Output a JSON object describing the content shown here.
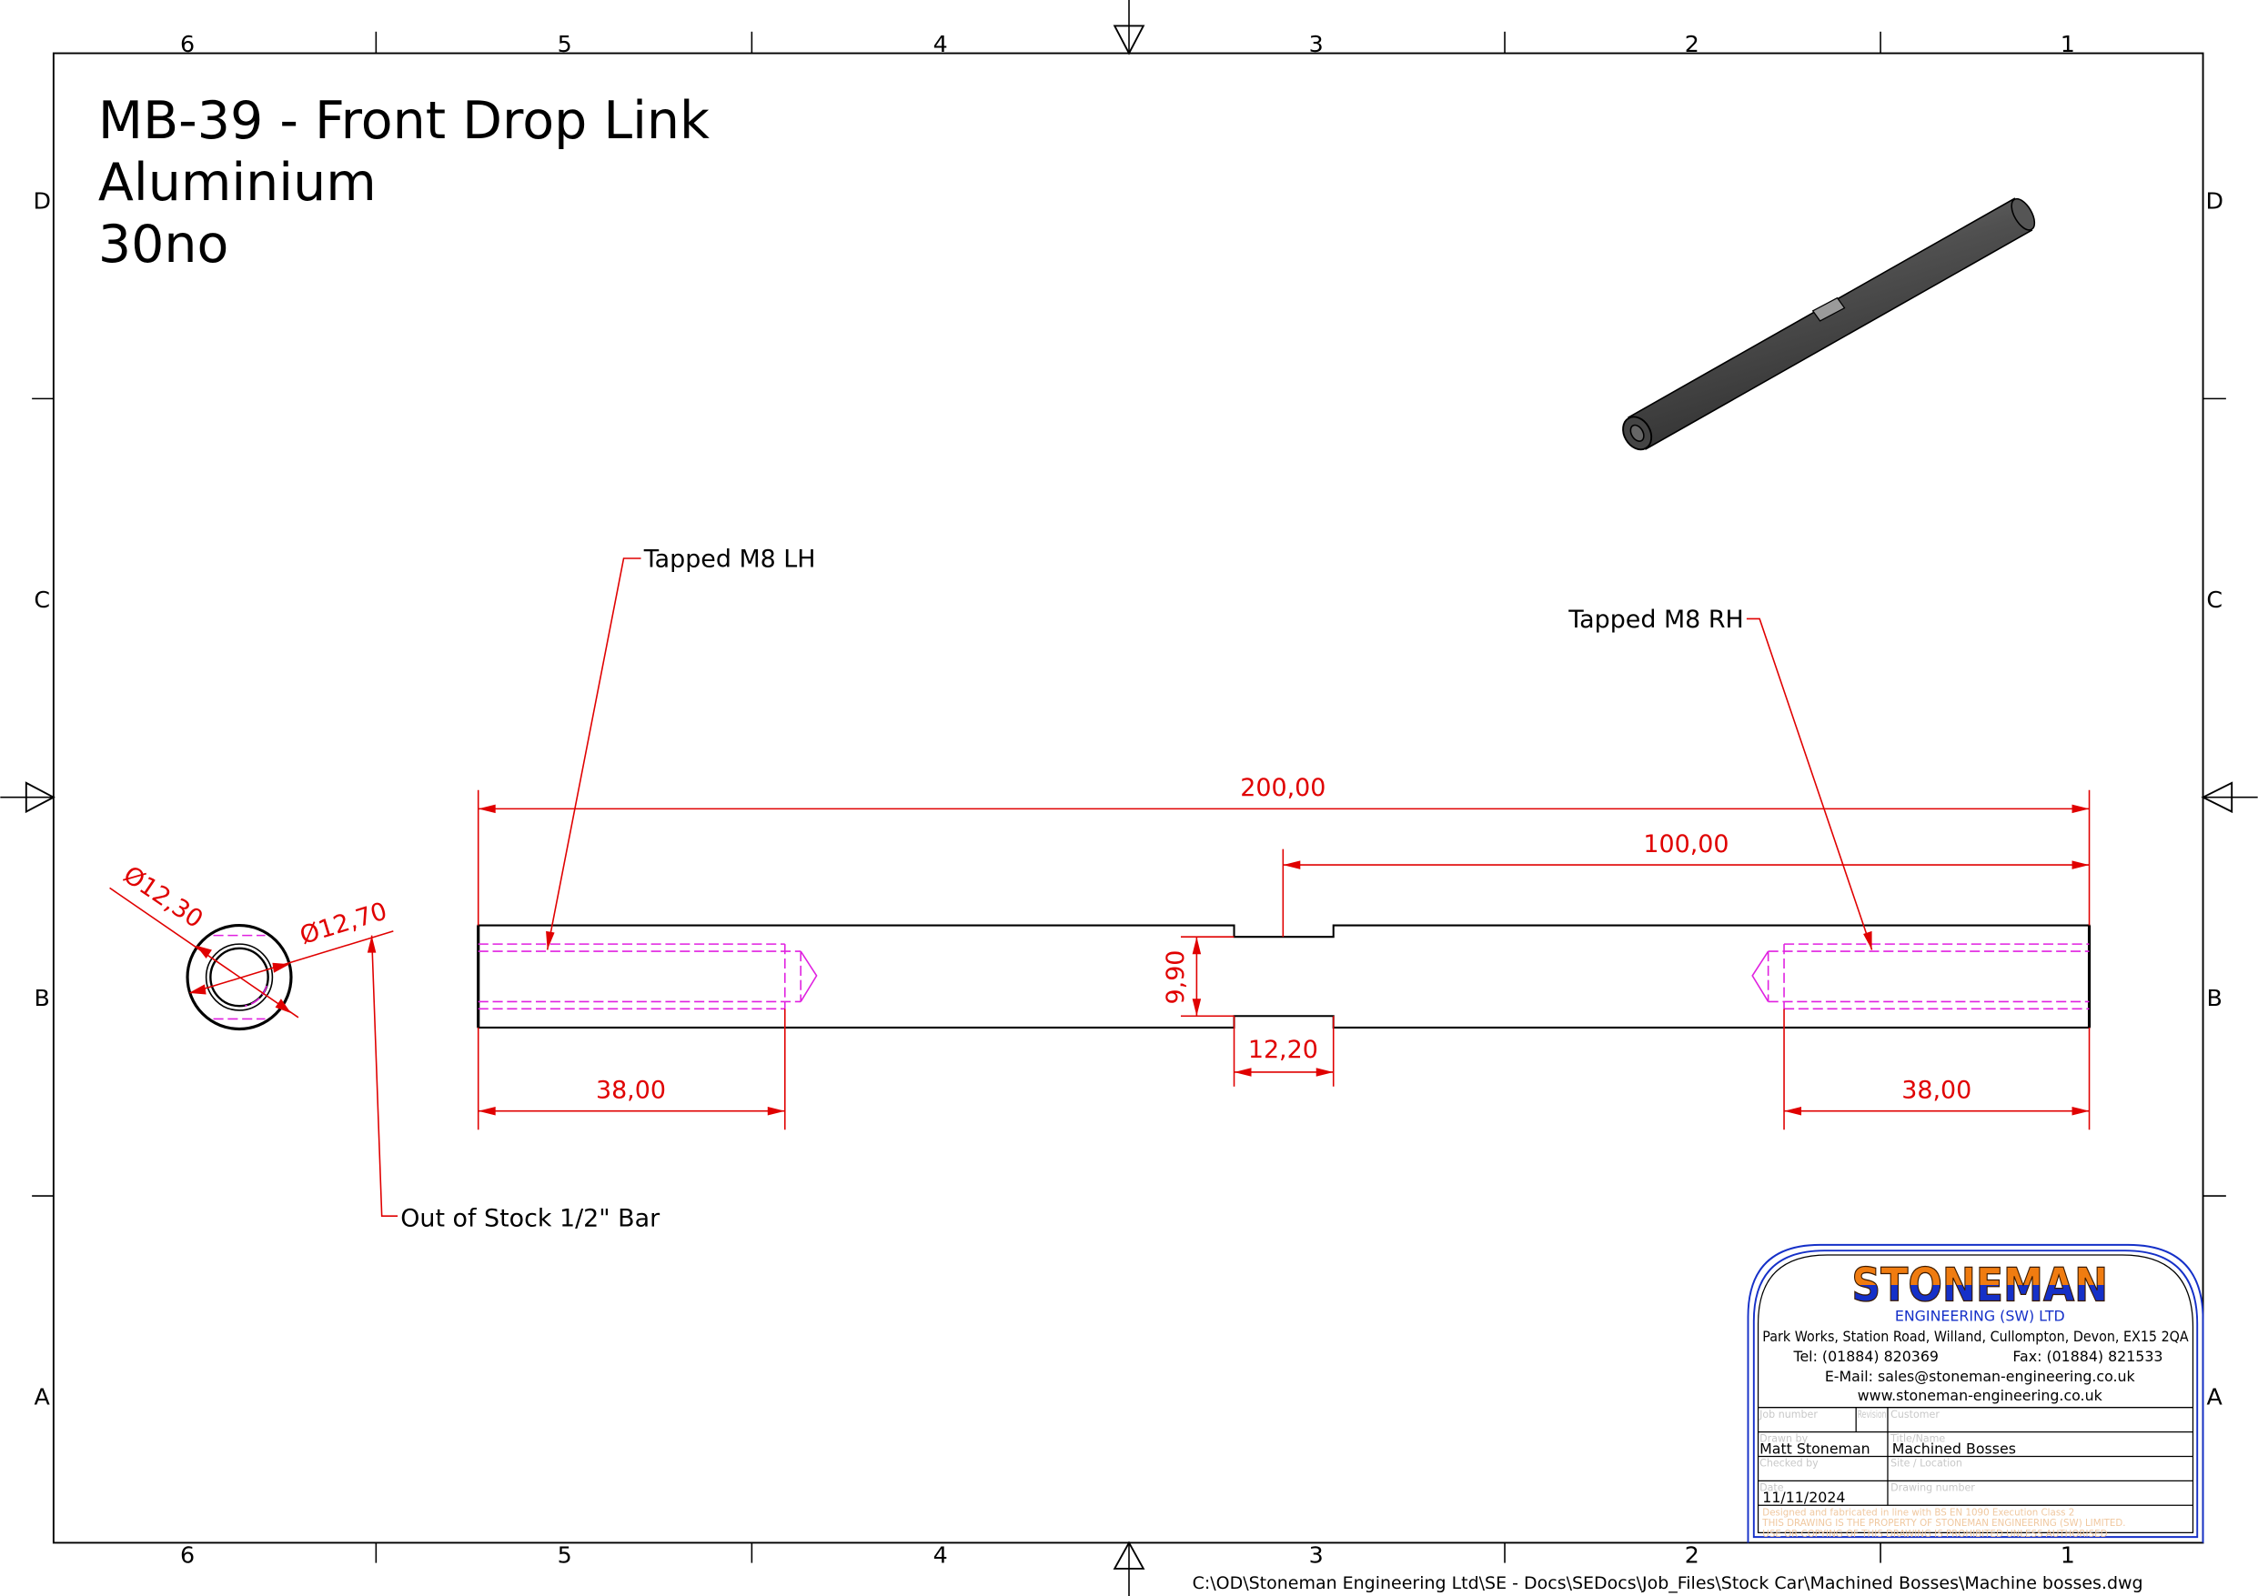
{
  "drawing": {
    "title_lines": [
      "MB-39 - Front Drop Link",
      "Aluminium",
      "30no"
    ],
    "columns": [
      "6",
      "5",
      "4",
      "3",
      "2",
      "1"
    ],
    "rows": [
      "D",
      "C",
      "B",
      "A"
    ],
    "file_path": "C:\\OD\\Stoneman Engineering Ltd\\SE - Docs\\SEDocs\\Job_Files\\Stock Car\\Machined Bosses\\Machine bosses.dwg"
  },
  "dimensions": {
    "overall_length": "200,00",
    "half_length": "100,00",
    "left_tap_depth": "38,00",
    "right_tap_depth": "38,00",
    "neck_diameter": "9,90",
    "neck_width": "12,20",
    "inner_diameter": "Ø12,30",
    "outer_diameter": "Ø12,70"
  },
  "notes": {
    "left_tap": "Tapped M8 LH",
    "right_tap": "Tapped M8 RH",
    "stock": "Out of Stock 1/2\" Bar"
  },
  "title_block": {
    "logo_text": "STONEMAN",
    "company": "ENGINEERING (SW) LTD",
    "address": "Park Works, Station Road, Willand, Cullompton, Devon, EX15 2QA",
    "tel": "Tel: (01884) 820369",
    "fax": "Fax: (01884) 821533",
    "email": "E-Mail: sales@stoneman-engineering.co.uk",
    "web": "www.stoneman-engineering.co.uk",
    "labels": {
      "job_number": "Job number",
      "revision": "Revision",
      "customer": "Customer",
      "drawn_by": "Drawn by",
      "title_name": "Title/Name",
      "checked_by": "Checked by",
      "site_location": "Site / Location",
      "date": "Date",
      "drawing_number": "Drawing number"
    },
    "drawn_by": "Matt Stoneman",
    "title_name": "Machined Bosses",
    "date": "11/11/2024",
    "disclaimer": [
      "Designed and fabricated in line with BS EN 1090 Execution Class 2",
      "THIS DRAWING IS THE PROPERTY OF STONEMAN ENGINEERING (SW) LIMITED.",
      "USE OR COPYING OF THIS DRAWING IS PROHIBITED UNLESS AUTHORISED"
    ]
  },
  "colors": {
    "dimension": "#e00000",
    "hidden": "#e020e0",
    "brand_orange": "#f07c10",
    "brand_blue": "#1530c8"
  }
}
